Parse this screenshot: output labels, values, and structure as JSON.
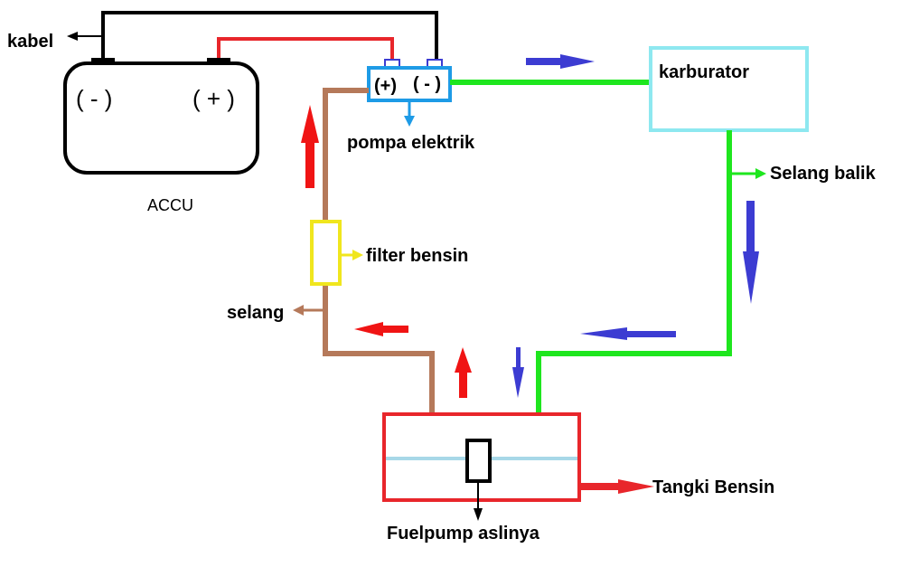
{
  "labels": {
    "kabel": "kabel",
    "accu": "ACCU",
    "battery_minus": "( - )",
    "battery_plus": "( + )",
    "pump_plus": "(+)",
    "pump_minus": "( - )",
    "pompa_elektrik": "pompa elektrik",
    "karburator": "karburator",
    "selang_balik": "Selang balik",
    "filter_bensin": "filter bensin",
    "selang": "selang",
    "tangki_bensin": "Tangki Bensin",
    "fuelpump_aslinya": "Fuelpump aslinya"
  },
  "colors": {
    "black_wire": "#000000",
    "red_wire": "#e8262b",
    "fuel_line_supply": "#b5795a",
    "fuel_line_return": "#1ee61e",
    "pump_box": "#1e9be6",
    "carburetor_box": "#8ee8f0",
    "filter_box": "#f0e61e",
    "tank_box": "#e8262b",
    "fuel_level": "#a8d8e8",
    "flow_red": "#f01414",
    "flow_blue": "#3c3cd2"
  }
}
